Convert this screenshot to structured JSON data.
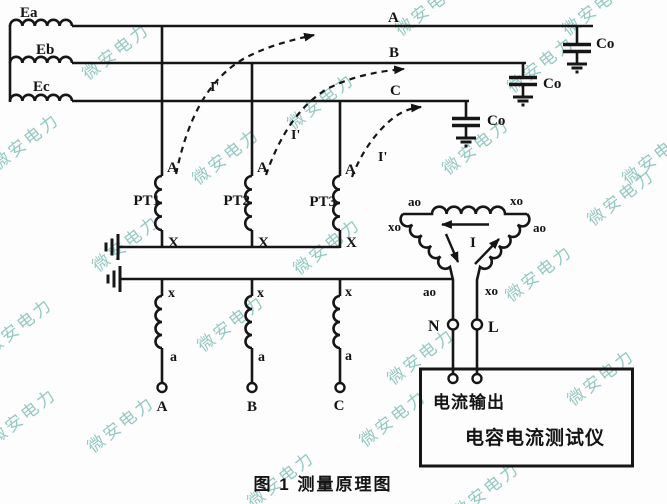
{
  "watermark": {
    "text": "微安电力"
  },
  "caption": "图 1 测量原理图",
  "source": {
    "ea": "Ea",
    "eb": "Eb",
    "ec": "Ec"
  },
  "phase_lines": {
    "a": "A",
    "b": "B",
    "c": "C"
  },
  "capacitors": {
    "label": "Co"
  },
  "induced_current": {
    "label": "I'"
  },
  "pts": {
    "pt1": {
      "name": "PT1",
      "primary_top": "A",
      "primary_bottom": "X",
      "secondary_top": "x",
      "secondary_bottom": "a",
      "terminal": "A"
    },
    "pt2": {
      "name": "PT2",
      "primary_top": "A",
      "primary_bottom": "X",
      "secondary_top": "x",
      "secondary_bottom": "a",
      "terminal": "B"
    },
    "pt3": {
      "name": "PT3",
      "primary_top": "A",
      "primary_bottom": "X",
      "secondary_top": "x",
      "secondary_bottom": "a",
      "terminal": "C"
    }
  },
  "open_delta": {
    "top_left": "ao",
    "top_right": "xo",
    "left_side": "xo",
    "right_side": "ao",
    "bottom_left": "ao",
    "bottom_right": "xo",
    "current": "I",
    "terminal_n": "N",
    "terminal_l": "L"
  },
  "device": {
    "port_label": "电流输出",
    "name": "电容电流测试仪"
  },
  "colors": {
    "wire": "#161616",
    "watermark": "#6cb4ac",
    "background": "#fdfdfd"
  }
}
